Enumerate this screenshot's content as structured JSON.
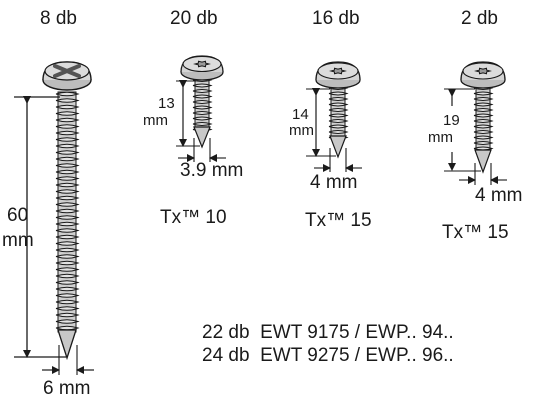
{
  "screws": [
    {
      "count": "8 db",
      "length": "60 mm",
      "length_line1": "60",
      "length_line2": "mm",
      "diameter": "6 mm",
      "drive": "",
      "head": "phillips-cross-icon"
    },
    {
      "count": "20 db",
      "length": "13 mm",
      "length_line1": "13",
      "length_line2": "mm",
      "diameter": "3.9 mm",
      "drive": "Tx™ 10",
      "head": "torx-star-icon"
    },
    {
      "count": "16 db",
      "length": "14 mm",
      "length_line1": "14",
      "length_line2": "mm",
      "diameter": "4 mm",
      "drive": "Tx™ 15",
      "head": "torx-star-icon"
    },
    {
      "count": "2 db",
      "length": "19 mm",
      "length_line1": "19",
      "length_line2": "mm",
      "diameter": "4 mm",
      "drive": "Tx™ 15",
      "head": "torx-star-icon"
    }
  ],
  "notes": [
    "22 db  EWT 9175 / EWP.. 94..",
    "24 db  EWT 9275 / EWP.. 96.."
  ],
  "colors": {
    "metal": "#cfcfcf",
    "metal_dark": "#8a8a8a",
    "ink": "#1a1a1a"
  }
}
